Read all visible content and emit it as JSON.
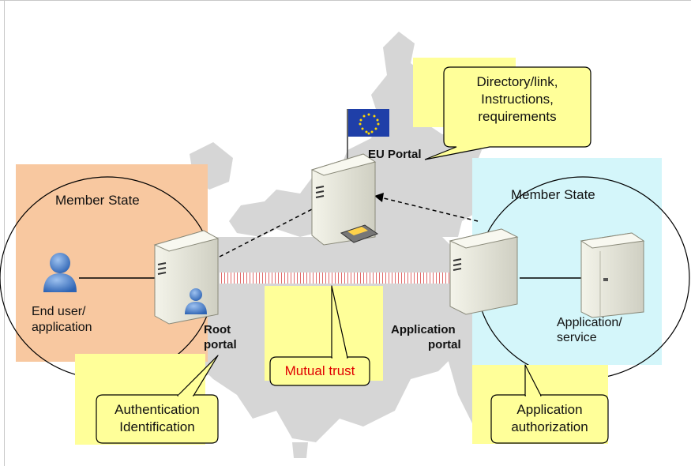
{
  "labels": {
    "member_state_left": "Member State",
    "member_state_right": "Member State",
    "end_user": [
      "End user/",
      "application"
    ],
    "root_portal": [
      "Root",
      "portal"
    ],
    "eu_portal": "EU Portal",
    "application_portal": [
      "Application",
      "portal"
    ],
    "application_service": [
      "Application/",
      "service"
    ]
  },
  "callouts": {
    "directory": [
      "Directory/link,",
      "Instructions,",
      "requirements"
    ],
    "authentication": [
      "Authentication",
      "Identification"
    ],
    "mutual_trust": "Mutual trust",
    "authorization": [
      "Application",
      "authorization"
    ]
  },
  "colors": {
    "left_region": "#f8c8a0",
    "right_region": "#d4f6fa",
    "callout_fill": "#ffff99",
    "mutual_trust_text": "#e00000",
    "trust_link": "#e06a6a",
    "map": "#d6d6d6"
  },
  "icons": {
    "eu_flag": "eu-flag-icon",
    "server": "server-icon",
    "user": "user-icon",
    "storage": "storage-icon"
  }
}
